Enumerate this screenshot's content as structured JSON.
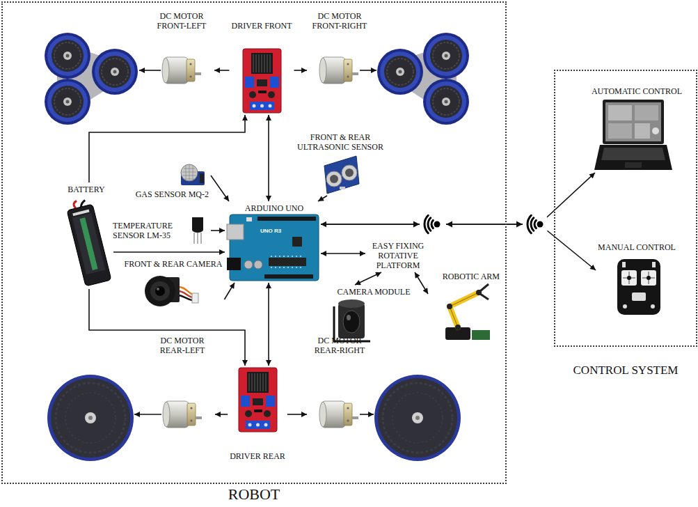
{
  "diagram": {
    "nodes": [
      {
        "text": [
          "ROBOT"
        ]
      },
      {
        "text": [
          "DC MOTOR FRONT-LEFT"
        ],
        "in": 0
      },
      {
        "text": [
          "DRIVER FRONT"
        ],
        "in": 0
      },
      {
        "text": [
          "DC MOTOR FRONT-RIGHT"
        ],
        "in": 0
      },
      {
        "text": [
          "FRONT & REAR ULTRASONIC SENSOR"
        ],
        "in": 0
      },
      {
        "text": [
          "BATTERY"
        ],
        "in": 0
      },
      {
        "text": [
          "GAS SENSOR MQ-2"
        ],
        "in": 0
      },
      {
        "text": [
          "ARDUINO UNO"
        ],
        "in": 0
      },
      {
        "text": [
          "TEMPERATURE SENSOR LM-35"
        ],
        "in": 0
      },
      {
        "text": [
          "FRONT & REAR CAMERA"
        ],
        "in": 0
      },
      {
        "text": [
          "EASY FIXING ROTATIVE PLATFORM"
        ],
        "in": 0
      },
      {
        "text": [
          "CAMERA MODULE"
        ],
        "in": 0
      },
      {
        "text": [
          "ROBOTIC ARM"
        ],
        "in": 0
      },
      {
        "text": [
          "DC MOTOR REAR-LEFT"
        ],
        "in": 0
      },
      {
        "text": [
          "DRIVER REAR"
        ],
        "in": 0
      },
      {
        "text": [
          "DC MOTOR REAR-RIGHT"
        ],
        "in": 0
      },
      {
        "text": [
          "CONTROL SYSTEM"
        ]
      },
      {
        "text": [
          "AUTOMATIC CONTROL"
        ],
        "in": 16
      },
      {
        "text": [
          "MANUAL CONTROL"
        ],
        "in": 16
      }
    ],
    "edges": [
      {
        "from": 2,
        "to": 1,
        "arrow": "to"
      },
      {
        "from": 2,
        "to": 3,
        "arrow": "to"
      },
      {
        "from": 7,
        "to": 2,
        "arrow": "both"
      },
      {
        "from": 4,
        "to": 7,
        "arrow": "to"
      },
      {
        "from": 6,
        "to": 7,
        "arrow": "to"
      },
      {
        "from": 8,
        "to": 7,
        "arrow": "to"
      },
      {
        "from": 5,
        "to": 7,
        "arrow": "to"
      },
      {
        "from": 9,
        "to": 7,
        "arrow": "to"
      },
      {
        "from": 5,
        "to": 2,
        "arrow": "to"
      },
      {
        "from": 5,
        "to": 14,
        "arrow": "to"
      },
      {
        "from": 7,
        "to": 14,
        "arrow": "both"
      },
      {
        "from": 14,
        "to": 13,
        "arrow": "to"
      },
      {
        "from": 14,
        "to": 15,
        "arrow": "to"
      },
      {
        "from": 7,
        "to": 10,
        "arrow": "both"
      },
      {
        "from": 10,
        "to": 11,
        "arrow": "both"
      },
      {
        "from": 10,
        "to": 12,
        "arrow": "both"
      },
      {
        "from": 7,
        "to": 17,
        "arrow": "both"
      },
      {
        "from": 7,
        "to": 18,
        "arrow": "both"
      }
    ],
    "labels": [
      "UNO R3"
    ]
  }
}
